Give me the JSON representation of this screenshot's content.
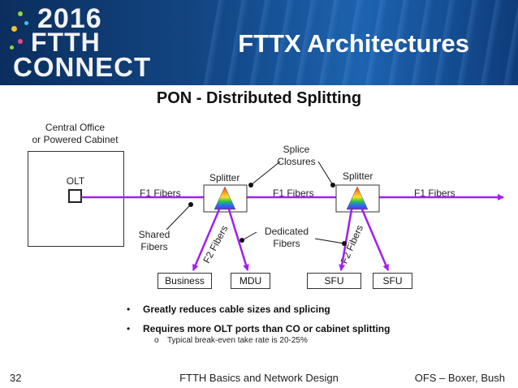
{
  "header": {
    "logo_lines": [
      "2016",
      "FTTH",
      "CONNECT"
    ],
    "title": "FTTX Architectures"
  },
  "subtitle": "PON - Distributed Splitting",
  "diagram": {
    "central_office_line1": "Central Office",
    "central_office_line2": "or Powered Cabinet",
    "olt": "OLT",
    "f1_fibers": "F1 Fibers",
    "splitter": "Splitter",
    "splice_line1": "Splice",
    "splice_line2": "Closures",
    "shared_line1": "Shared",
    "shared_line2": "Fibers",
    "dedicated_line1": "Dedicated",
    "dedicated_line2": "Fibers",
    "f2_fibers": "F2 Fibers",
    "endpoints": [
      "Business",
      "MDU",
      "SFU",
      "SFU"
    ]
  },
  "bullets": [
    "Greatly reduces cable sizes and splicing",
    "Requires more OLT ports than CO or cabinet splitting"
  ],
  "sub_bullet": "Typical break-even take rate is 20-25%",
  "footer": {
    "page_number": "32",
    "center": "FTTH Basics and Network Design",
    "right": "OFS – Boxer, Bush"
  },
  "colors": {
    "fiber": "#a020f0",
    "header_dark": "#0b2e5e",
    "header_light": "#1d63b0"
  }
}
